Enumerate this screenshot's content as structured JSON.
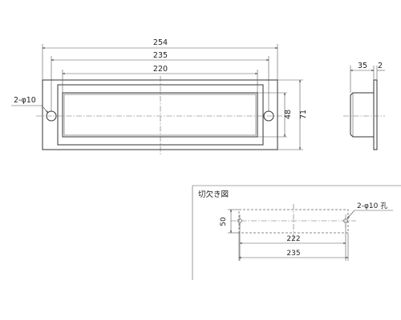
{
  "front_view": {
    "dim_overall_width": "254",
    "dim_mid_width": "235",
    "dim_inner_width": "220",
    "dim_inner_height": "48",
    "dim_overall_height": "71",
    "hole_callout": "2-φ10"
  },
  "side_view": {
    "dim_depth": "35",
    "dim_flange": "2"
  },
  "cutout": {
    "title": "切欠き図",
    "dim_height": "50",
    "dim_hole_pitch": "222",
    "dim_width": "235",
    "hole_callout": "2-φ10 孔"
  },
  "colors": {
    "line": "#333333",
    "center_line": "#666666",
    "background": "#ffffff"
  }
}
